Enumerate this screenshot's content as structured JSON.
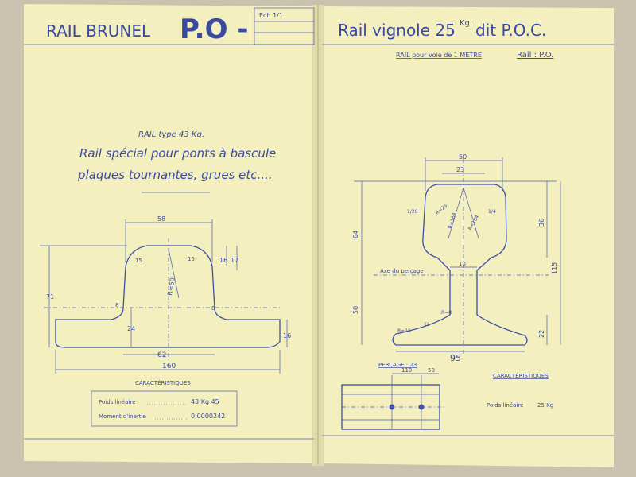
{
  "left_page": {
    "header_left": "RAIL BRUNEL",
    "header_big": "P.O -",
    "ech_label": "Ech 1/1",
    "caption_small": "RAIL type 43 Kg.",
    "caption_line1": "Rail spécial pour ponts à bascule",
    "caption_line2": "plaques tournantes, grues etc....",
    "dims": {
      "top_width": "58",
      "height_total": "71",
      "corner_radius_left": "15",
      "corner_radius_right": "15",
      "radius_mid": "R=60",
      "h1": "16",
      "h2": "17",
      "web_left": "8",
      "web_right": "8",
      "web_height": "24",
      "foot_height": "16",
      "web_width": "62",
      "base_width": "160"
    },
    "characteristics_title": "CARACTÉRISTIQUES",
    "poids_label": "Poids linéaire",
    "poids_value": "43 Kg 45",
    "moment_label": "Moment d'inertie",
    "moment_value": "0,0000242"
  },
  "right_page": {
    "header": "Rail vignole 25",
    "header_kg": "Kg.",
    "header_suffix": "dit P.O.C.",
    "subtitle": "RAIL pour voie de 1 METRE",
    "rail_ref": "Rail : P.O.",
    "dims": {
      "head_width": "50",
      "crown": "23",
      "total_height": "115",
      "head_height": "36",
      "web_low": "22",
      "height_64": "64",
      "height_50": "50",
      "web_thickness": "10",
      "foot_width": "95",
      "r_top": "R=164",
      "r_top2": "R=164",
      "r_side": "R=25",
      "slope": "1/4",
      "slope2": "1/20",
      "r_low": "R=8",
      "r_small": "12",
      "r_low2": "R=10"
    },
    "axe_label": "Axe du perçage",
    "percage_title": "PERÇAGE : 23",
    "percage_d1": "110",
    "percage_d2": "50",
    "characteristics_title": "CARACTÉRISTIQUES",
    "poids_label": "Poids linéaire",
    "poids_value": "25 Kg"
  }
}
